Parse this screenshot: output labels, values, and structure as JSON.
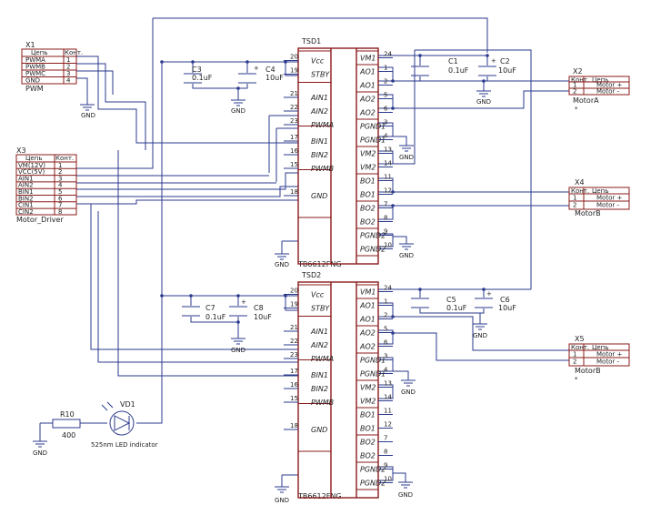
{
  "ics": [
    {
      "ref": "TSD1",
      "part": "TB6612FNG",
      "left_pins": [
        {
          "name": "Vcc",
          "num": "20"
        },
        {
          "name": "STBY",
          "num": "19"
        },
        {
          "name": "AIN1",
          "num": "21"
        },
        {
          "name": "AIN2",
          "num": "22"
        },
        {
          "name": "PWMA",
          "num": "23"
        },
        {
          "name": "BIN1",
          "num": "17"
        },
        {
          "name": "BIN2",
          "num": "16"
        },
        {
          "name": "PWMB",
          "num": "15"
        },
        {
          "name": "GND",
          "num": "18"
        }
      ],
      "right_pins": [
        {
          "name": "VM1",
          "num": "24"
        },
        {
          "name": "AO1",
          "num": "1"
        },
        {
          "name": "AO1",
          "num": "2"
        },
        {
          "name": "AO2",
          "num": "5"
        },
        {
          "name": "AO2",
          "num": "6"
        },
        {
          "name": "PGND1",
          "num": "3"
        },
        {
          "name": "PGND1",
          "num": "4"
        },
        {
          "name": "VM2",
          "num": "13"
        },
        {
          "name": "VM2",
          "num": "14"
        },
        {
          "name": "BO1",
          "num": "11"
        },
        {
          "name": "BO1",
          "num": "12"
        },
        {
          "name": "BO2",
          "num": "7"
        },
        {
          "name": "BO2",
          "num": "8"
        },
        {
          "name": "PGND2",
          "num": "9"
        },
        {
          "name": "PGND2",
          "num": "10"
        }
      ]
    },
    {
      "ref": "TSD2",
      "part": "TB6612FNG",
      "left_pins": [
        {
          "name": "Vcc",
          "num": "20"
        },
        {
          "name": "STBY",
          "num": "19"
        },
        {
          "name": "AIN1",
          "num": "21"
        },
        {
          "name": "AIN2",
          "num": "22"
        },
        {
          "name": "PWMA",
          "num": "23"
        },
        {
          "name": "BIN1",
          "num": "17"
        },
        {
          "name": "BIN2",
          "num": "16"
        },
        {
          "name": "PWMB",
          "num": "15"
        },
        {
          "name": "GND",
          "num": "18"
        }
      ],
      "right_pins": [
        {
          "name": "VM1",
          "num": "24"
        },
        {
          "name": "AO1",
          "num": "1"
        },
        {
          "name": "AO1",
          "num": "2"
        },
        {
          "name": "AO2",
          "num": "5"
        },
        {
          "name": "AO2",
          "num": "6"
        },
        {
          "name": "PGND1",
          "num": "3"
        },
        {
          "name": "PGND1",
          "num": "4"
        },
        {
          "name": "VM2",
          "num": "13"
        },
        {
          "name": "VM2",
          "num": "14"
        },
        {
          "name": "BO1",
          "num": "11"
        },
        {
          "name": "BO1",
          "num": "12"
        },
        {
          "name": "BO2",
          "num": "7"
        },
        {
          "name": "BO2",
          "num": "8"
        },
        {
          "name": "PGND2",
          "num": "9"
        },
        {
          "name": "PGND2",
          "num": "10"
        }
      ]
    }
  ],
  "connectors": {
    "x1": {
      "ref": "X1",
      "caption": "PWM",
      "col_name": "Цепь",
      "col_num": "Конт.",
      "rows": [
        {
          "name": "PWMA",
          "num": "1"
        },
        {
          "name": "PWMB",
          "num": "2"
        },
        {
          "name": "PWMC",
          "num": "3"
        },
        {
          "name": "GND",
          "num": "4"
        }
      ]
    },
    "x3": {
      "ref": "X3",
      "caption": "Motor_Driver",
      "col_name": "Цепь",
      "col_num": "Конт.",
      "rows": [
        {
          "name": "VM(12V)",
          "num": "1"
        },
        {
          "name": "VCC(5V)",
          "num": "2"
        },
        {
          "name": "AIN1",
          "num": "3"
        },
        {
          "name": "AIN2",
          "num": "4"
        },
        {
          "name": "BIN1",
          "num": "5"
        },
        {
          "name": "BIN2",
          "num": "6"
        },
        {
          "name": "CIN1",
          "num": "7"
        },
        {
          "name": "CIN2",
          "num": "8"
        }
      ]
    },
    "x2": {
      "ref": "X2",
      "caption": "MotorA",
      "col_num": "Конт.",
      "col_name": "Цепь",
      "rows": [
        {
          "num": "1",
          "name": "Motor +"
        },
        {
          "num": "2",
          "name": "Motor -"
        }
      ]
    },
    "x4": {
      "ref": "X4",
      "caption": "MotorB",
      "col_num": "Конт.",
      "col_name": "Цепь",
      "rows": [
        {
          "num": "1",
          "name": "Motor +"
        },
        {
          "num": "2",
          "name": "Motor -"
        }
      ]
    },
    "x5": {
      "ref": "X5",
      "caption": "MotorB",
      "col_num": "Конт.",
      "col_name": "Цепь",
      "rows": [
        {
          "num": "1",
          "name": "Motor +"
        },
        {
          "num": "2",
          "name": "Motor -"
        }
      ]
    }
  },
  "caps": [
    {
      "ref": "C3",
      "value": "0.1uF"
    },
    {
      "ref": "C4",
      "value": "10uF"
    },
    {
      "ref": "C1",
      "value": "0.1uF"
    },
    {
      "ref": "C2",
      "value": "10uF"
    },
    {
      "ref": "C7",
      "value": "0.1uF"
    },
    {
      "ref": "C8",
      "value": "10uF"
    },
    {
      "ref": "C5",
      "value": "0.1uF"
    },
    {
      "ref": "C6",
      "value": "10uF"
    }
  ],
  "resistor": {
    "ref": "R10",
    "value": "400"
  },
  "led": {
    "ref": "VD1",
    "label": "525nm LED indicator"
  },
  "gnd_label": "GND",
  "plus_mark": "+",
  "star_mark": "*"
}
